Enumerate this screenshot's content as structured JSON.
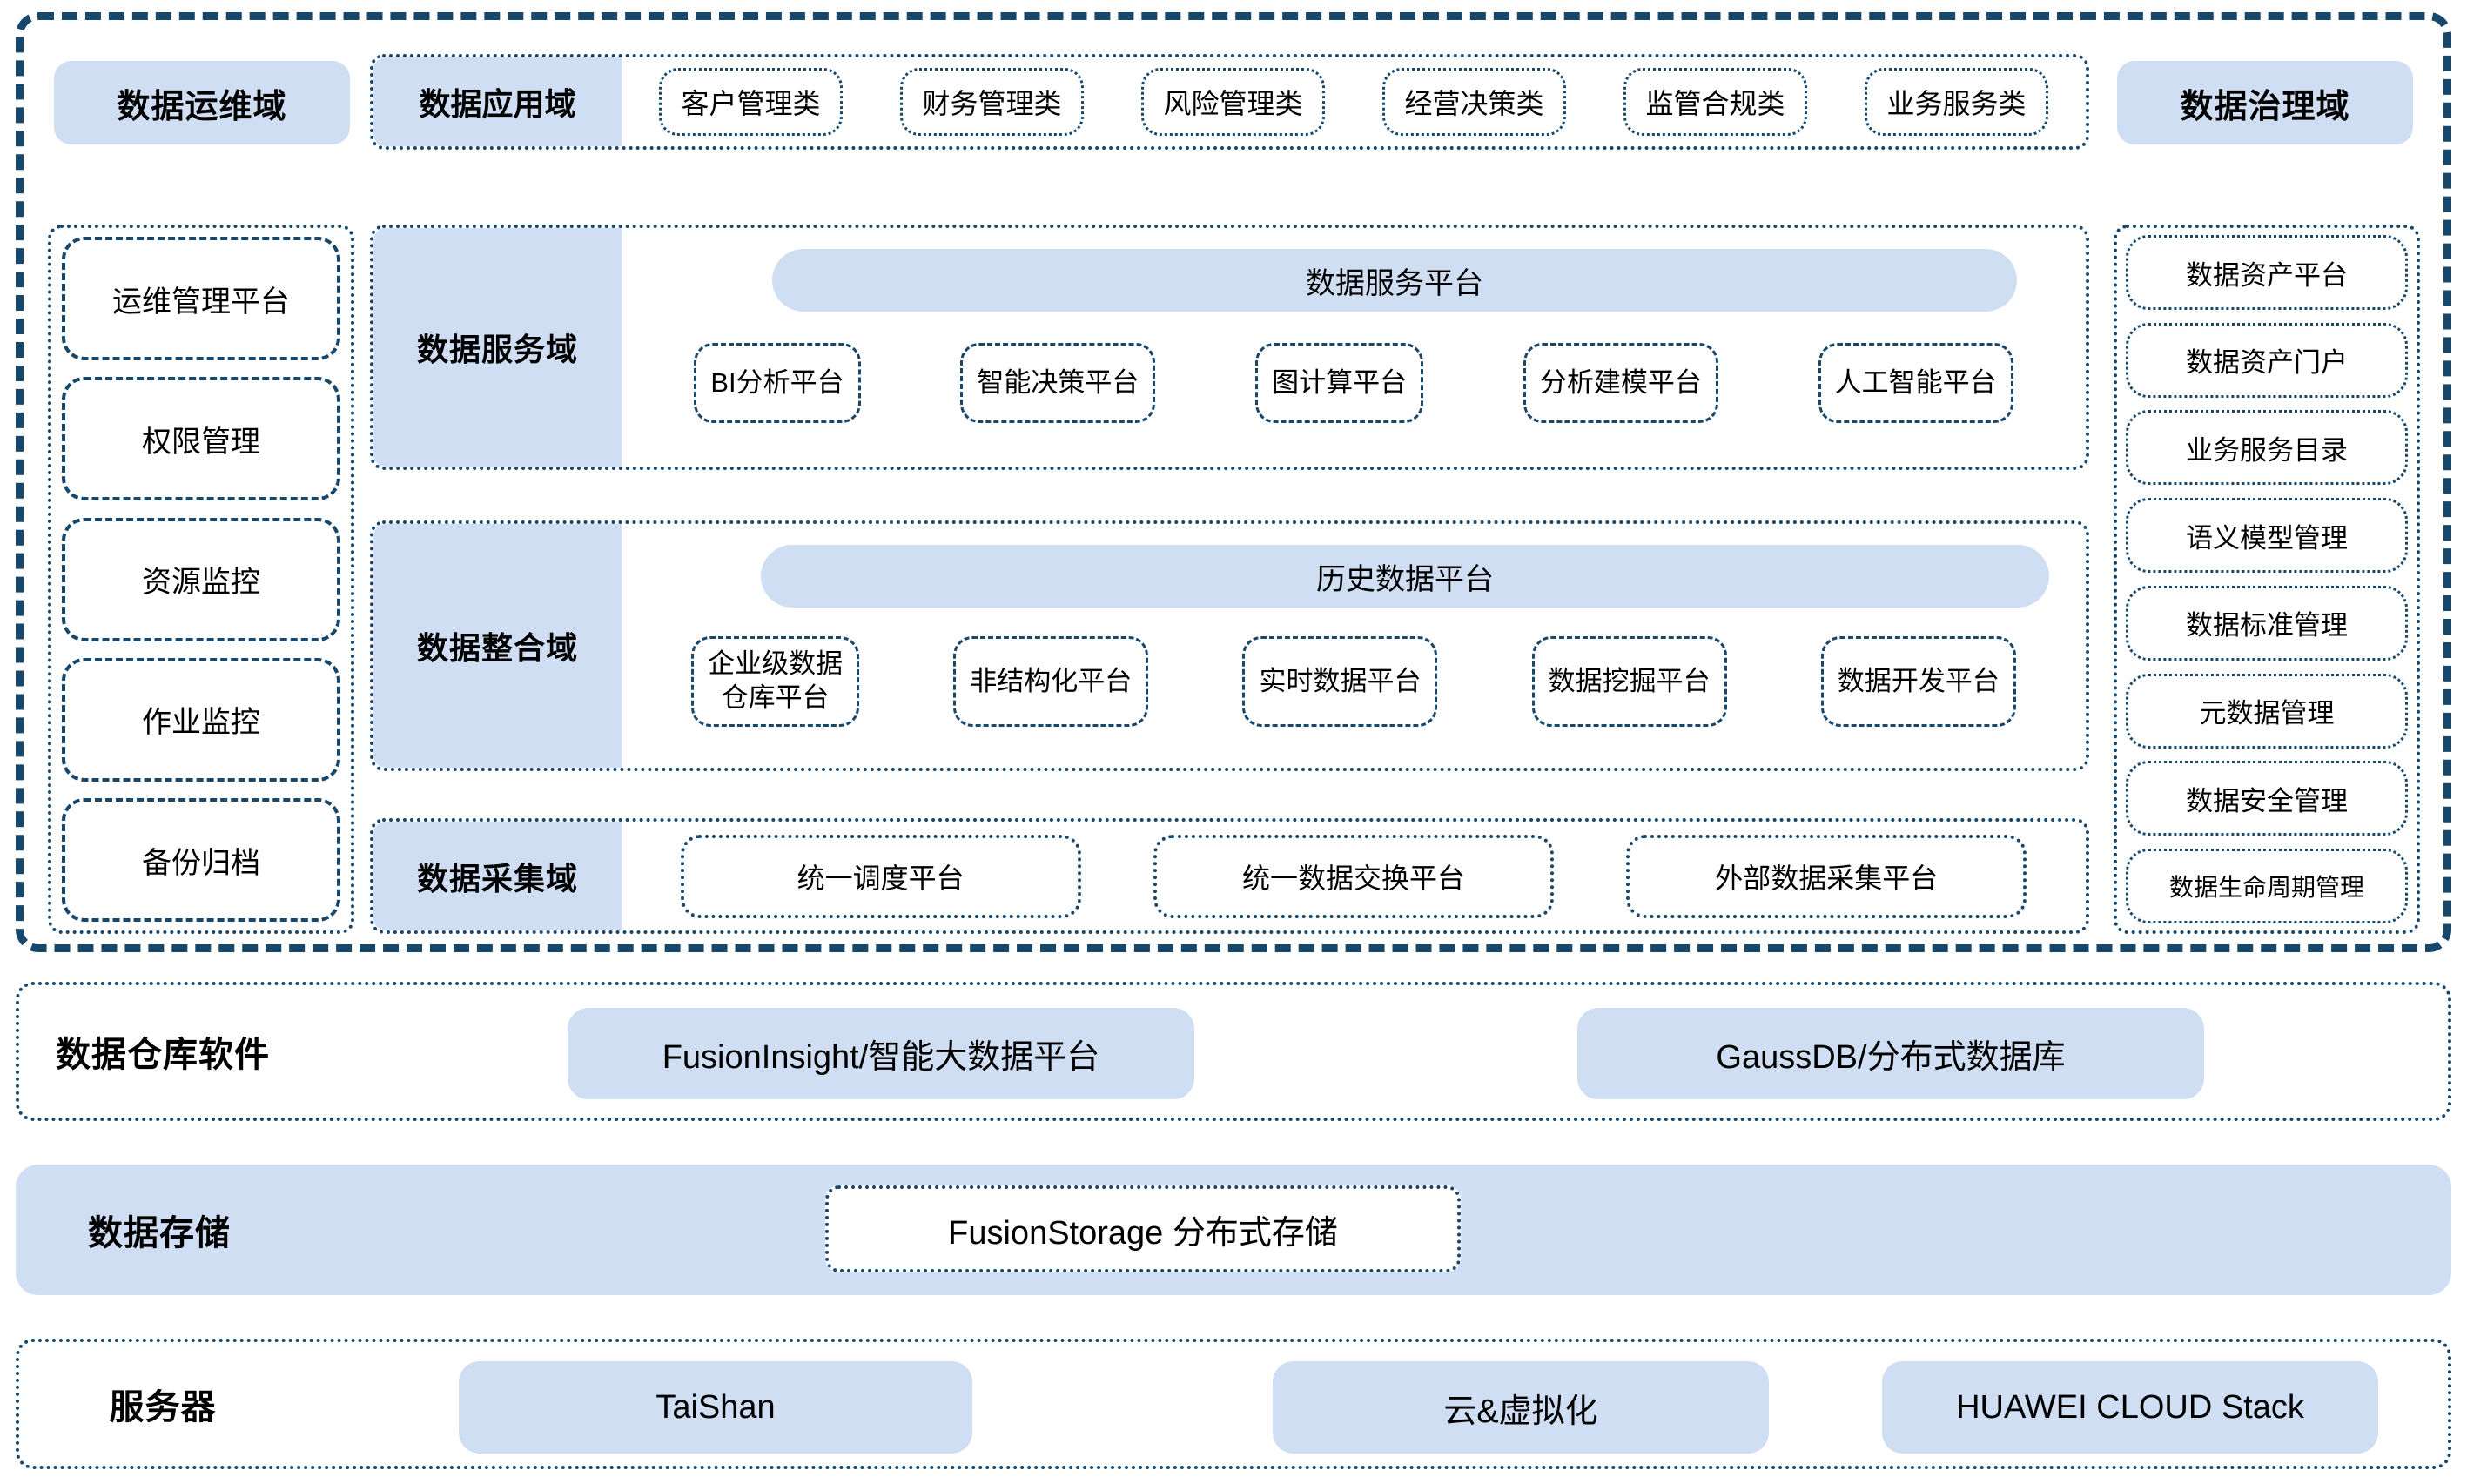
{
  "colors": {
    "fill_blue": "#cfdef2",
    "border_navy": "#17476b",
    "background": "#ffffff",
    "text": "#000000"
  },
  "platform": {
    "ops_domain": {
      "title": "数据运维域",
      "items": [
        {
          "label": "运维管理平台"
        },
        {
          "label": "权限管理"
        },
        {
          "label": "资源监控"
        },
        {
          "label": "作业监控"
        },
        {
          "label": "备份归档"
        }
      ]
    },
    "governance_domain": {
      "title": "数据治理域",
      "items": [
        {
          "label": "数据资产平台"
        },
        {
          "label": "数据资产门户"
        },
        {
          "label": "业务服务目录"
        },
        {
          "label": "语义模型管理"
        },
        {
          "label": "数据标准管理"
        },
        {
          "label": "元数据管理"
        },
        {
          "label": "数据安全管理"
        },
        {
          "label": "数据生命周期管理"
        }
      ]
    },
    "application_domain": {
      "title": "数据应用域",
      "items": [
        {
          "label": "客户管理类"
        },
        {
          "label": "财务管理类"
        },
        {
          "label": "风险管理类"
        },
        {
          "label": "经营决策类"
        },
        {
          "label": "监管合规类"
        },
        {
          "label": "业务服务类"
        }
      ]
    },
    "service_domain": {
      "title": "数据服务域",
      "platform_bar": "数据服务平台",
      "items": [
        {
          "label": "BI分析平台"
        },
        {
          "label": "智能决策平台"
        },
        {
          "label": "图计算平台"
        },
        {
          "label": "分析建模平台"
        },
        {
          "label": "人工智能平台"
        }
      ]
    },
    "integration_domain": {
      "title": "数据整合域",
      "platform_bar": "历史数据平台",
      "items": [
        {
          "label": "企业级数据\n仓库平台"
        },
        {
          "label": "非结构化平台"
        },
        {
          "label": "实时数据平台"
        },
        {
          "label": "数据挖掘平台"
        },
        {
          "label": "数据开发平台"
        }
      ]
    },
    "collection_domain": {
      "title": "数据采集域",
      "items": [
        {
          "label": "统一调度平台"
        },
        {
          "label": "统一数据交换平台"
        },
        {
          "label": "外部数据采集平台"
        }
      ]
    }
  },
  "layers": {
    "warehouse_software": {
      "title": "数据仓库软件",
      "items": [
        {
          "label": "FusionInsight/智能大数据平台"
        },
        {
          "label": "GaussDB/分布式数据库"
        }
      ]
    },
    "data_storage": {
      "title": "数据存储",
      "items": [
        {
          "label": "FusionStorage 分布式存储"
        }
      ]
    },
    "server": {
      "title": "服务器",
      "items": [
        {
          "label": "TaiShan"
        },
        {
          "label": "云&虚拟化"
        },
        {
          "label": "HUAWEI CLOUD Stack"
        }
      ]
    }
  }
}
